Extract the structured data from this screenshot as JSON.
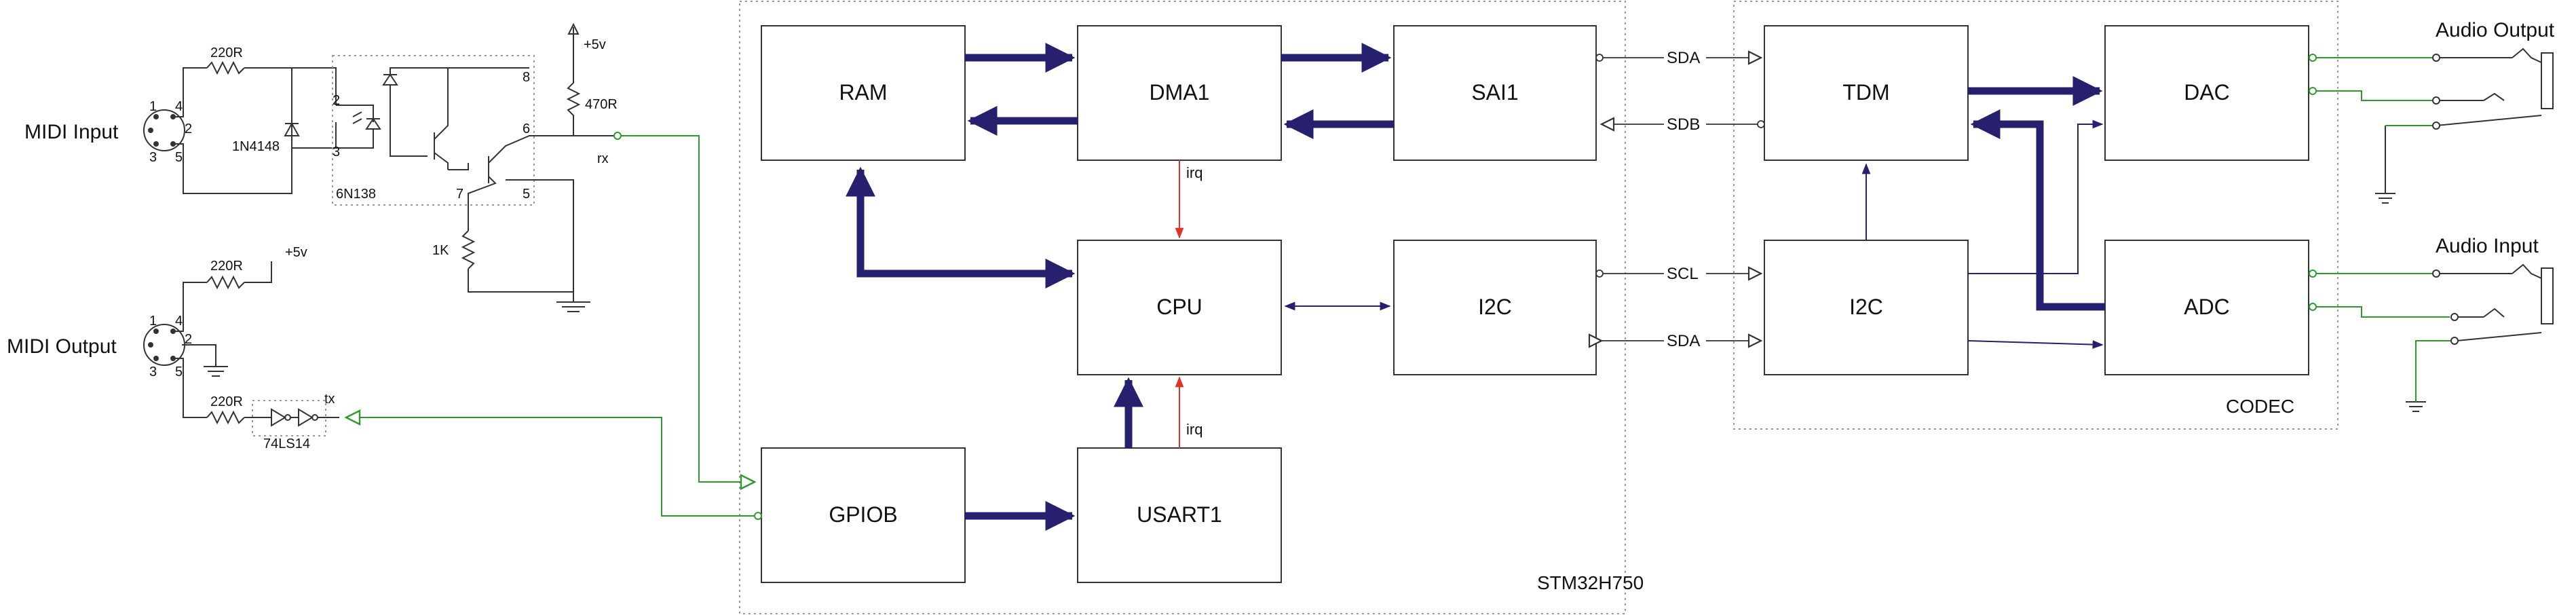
{
  "midi_input": {
    "title": "MIDI Input",
    "pins": [
      "1",
      "4",
      "2",
      "3",
      "5"
    ],
    "resistor": "220R",
    "diode": "1N4148",
    "opto": "6N138",
    "opto_pins": [
      "2",
      "3",
      "8",
      "6",
      "7",
      "5"
    ],
    "pullup": "470R",
    "vcc": "+5v",
    "base_resistor": "1K",
    "rx": "rx"
  },
  "midi_output": {
    "title": "MIDI Output",
    "pins": [
      "1",
      "4",
      "2",
      "3",
      "5"
    ],
    "resistor_top": "220R",
    "resistor_bottom": "220R",
    "vcc": "+5v",
    "buffer": "74LS14",
    "tx": "tx"
  },
  "mcu": {
    "label": "STM32H750",
    "blocks": {
      "ram": "RAM",
      "dma1": "DMA1",
      "sai1": "SAI1",
      "cpu": "CPU",
      "i2c": "I2C",
      "gpiob": "GPIOB",
      "usart1": "USART1"
    },
    "irq_top": "irq",
    "irq_bottom": "irq"
  },
  "buses": {
    "sda_top": "SDA",
    "sdb": "SDB",
    "scl": "SCL",
    "sda_bottom": "SDA"
  },
  "codec": {
    "label": "CODEC",
    "blocks": {
      "tdm": "TDM",
      "dac": "DAC",
      "i2c": "I2C",
      "adc": "ADC"
    }
  },
  "audio": {
    "output_title": "Audio Output",
    "input_title": "Audio Input"
  },
  "colors": {
    "bus": "#27206e",
    "green": "#2e9a2e",
    "red": "#e0332a",
    "wire": "#333333",
    "dotted": "#999999"
  }
}
